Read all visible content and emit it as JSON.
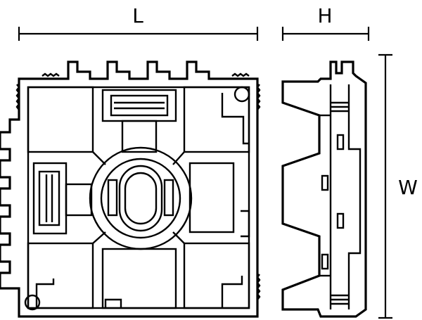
{
  "dimensions": {
    "length_label": "L",
    "height_label": "H",
    "width_label": "W"
  },
  "colors": {
    "stroke": "#000000",
    "fill": "#ffffff"
  }
}
